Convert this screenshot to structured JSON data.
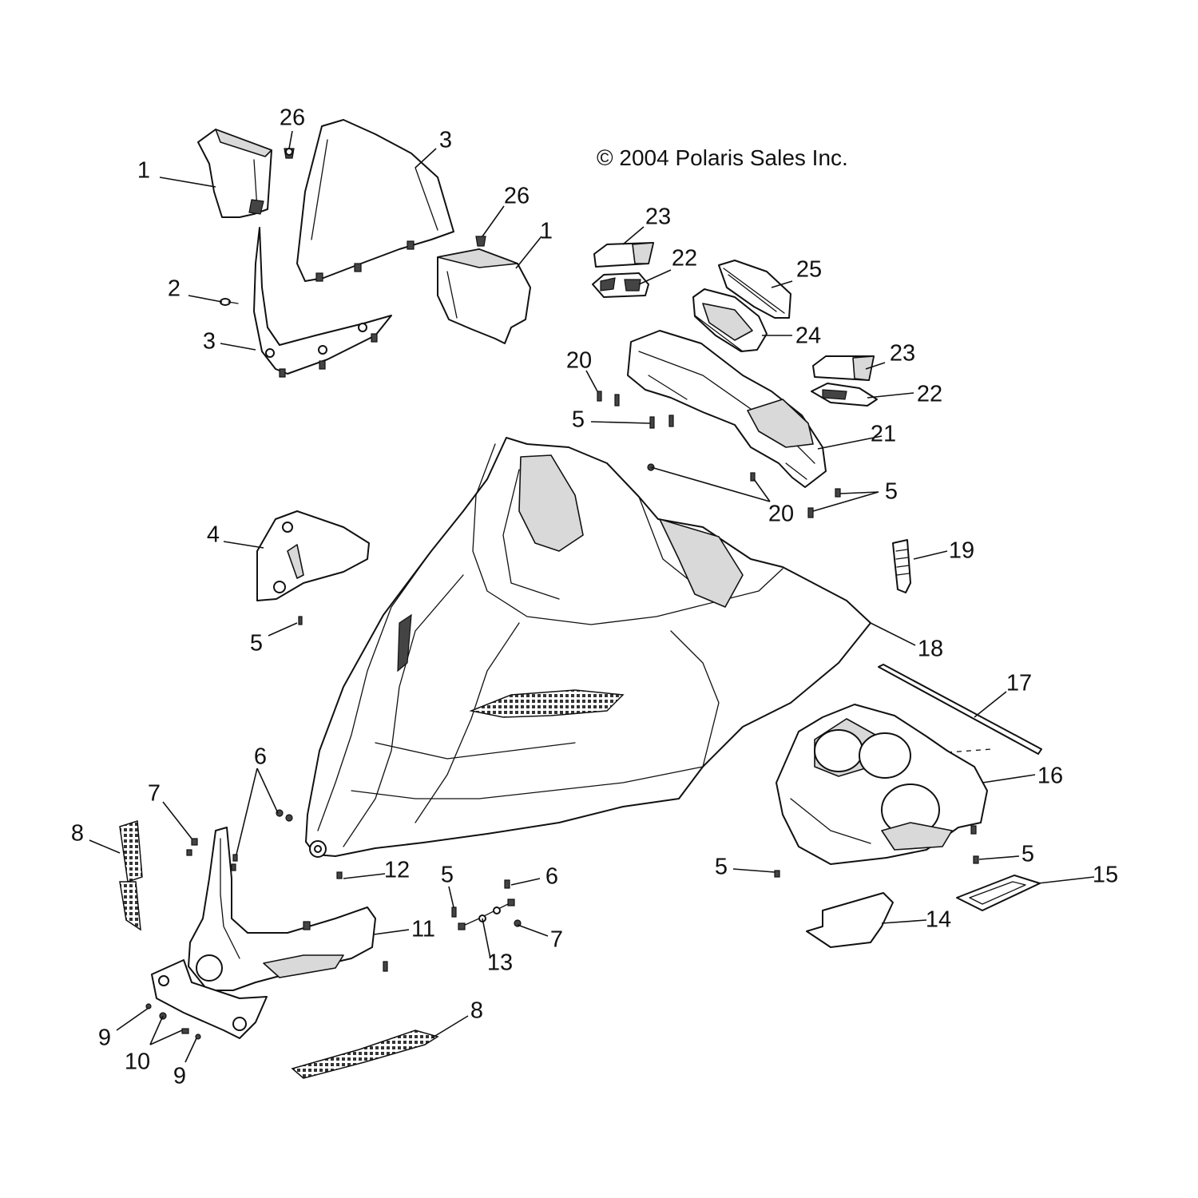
{
  "copyright": "© 2004 Polaris Sales Inc.",
  "callouts": [
    "1",
    "26",
    "3",
    "26",
    "1",
    "2",
    "3",
    "23",
    "22",
    "25",
    "24",
    "23",
    "22",
    "20",
    "5",
    "21",
    "5",
    "20",
    "4",
    "19",
    "5",
    "18",
    "17",
    "16",
    "6",
    "7",
    "8",
    "12",
    "5",
    "6",
    "11",
    "13",
    "7",
    "5",
    "5",
    "15",
    "14",
    "9",
    "10",
    "9",
    "8"
  ]
}
